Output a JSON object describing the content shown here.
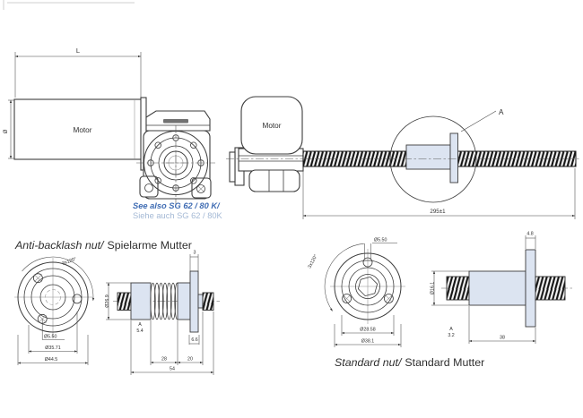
{
  "page": {
    "background": "#ffffff"
  },
  "colors": {
    "line": "#3c3c3c",
    "nut_fill": "#dce4f1",
    "note_primary": "#3f6cb3",
    "note_secondary": "#a4b9d5",
    "text": "#2f2f2f"
  },
  "top_view": {
    "motor_label": "Motor",
    "length_dim": "L",
    "diameter_dim": "Ø",
    "note_line1": "See also SG 62 / 80 K/",
    "note_line2": "Siehe auch SG 62 / 80K"
  },
  "side_view": {
    "motor_label": "Motor",
    "detail_marker": "A",
    "screw_length_dim": "295±1"
  },
  "anti_backlash_nut": {
    "title_italic": "Anti-backlash nut/",
    "title_regular": "Spielarme Mutter",
    "hole_pattern_dim": "3x120°",
    "hole_dia_dim": "Ø5.50",
    "bolt_circle_dim": "Ø35.71",
    "flange_dia_dim": "Ø44.5",
    "body_dia_dim": "Ø26.9",
    "flange_thickness_dim": "3",
    "flange_offset_dim": "6.6",
    "spring_length_dim": "28",
    "end_length_dim": "20",
    "total_length_dim": "54",
    "section_marker": "A",
    "section_value": "5.4"
  },
  "standard_nut": {
    "title_italic": "Standard nut/",
    "title_regular": "Standard Mutter",
    "hole_pattern_dim": "3x120°",
    "hole_dia_dim": "Ø5.50",
    "bolt_circle_dim": "Ø28.58",
    "flange_dia_dim": "Ø38.1",
    "body_dia_dim": "Ø16.1",
    "flange_thickness_dim": "4.8",
    "body_length_dim": "38",
    "section_marker": "A",
    "section_value": "3.2"
  }
}
